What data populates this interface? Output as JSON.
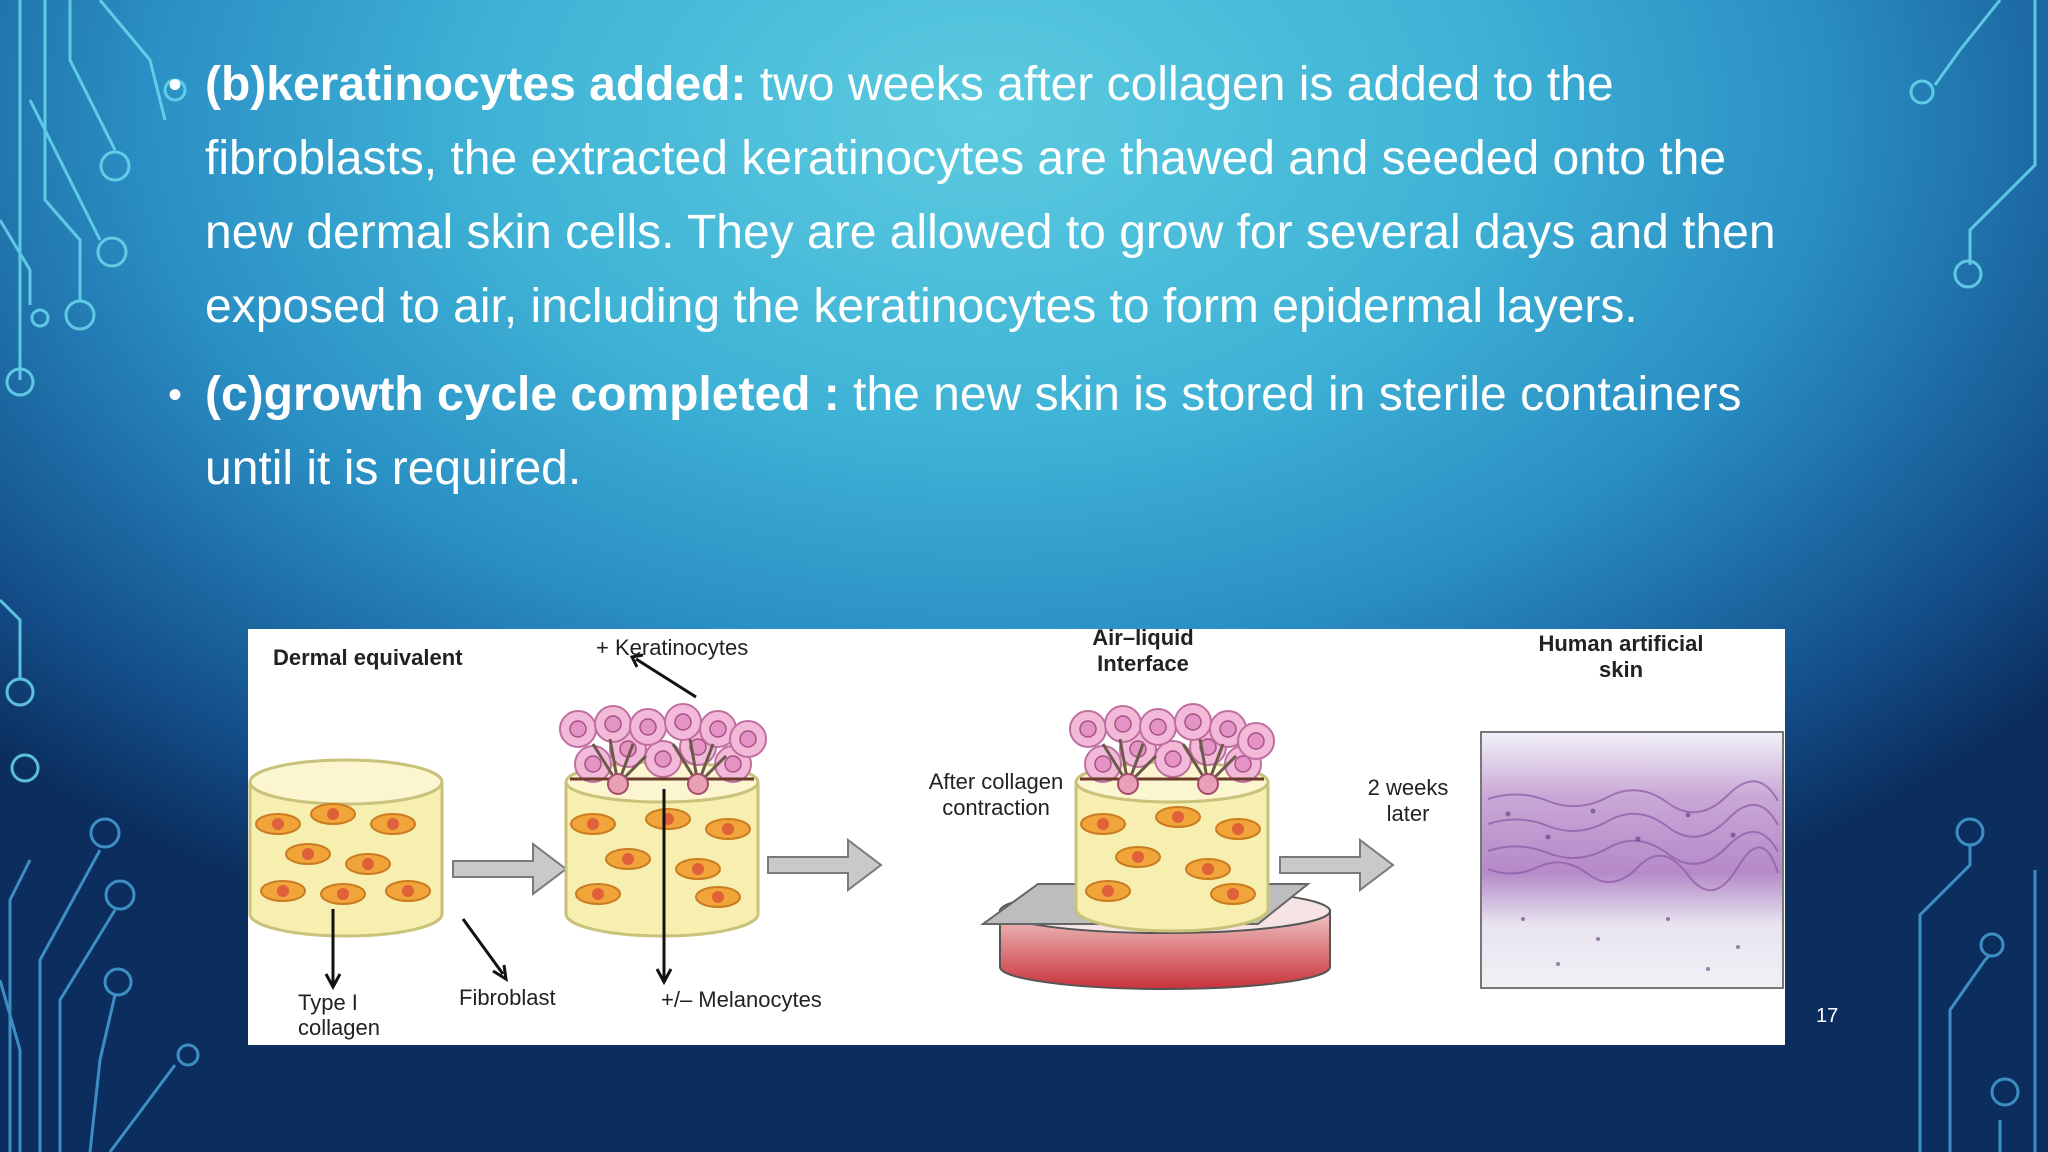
{
  "slide": {
    "bullets": [
      {
        "bold": "(b)keratinocytes added:",
        "prefix": "",
        "text": " two weeks after collagen is added to the fibroblasts, the extracted keratinocytes are thawed and seeded onto the new dermal skin cells. They are allowed to grow for several days and then exposed to air, including the keratinocytes to form epidermal layers."
      },
      {
        "bold": "(c)growth cycle completed :",
        "prefix": "",
        "text": " the new skin is stored in sterile containers until it is required."
      }
    ],
    "page_number": "17"
  },
  "diagram": {
    "labels": {
      "dermal_equivalent": "Dermal equivalent",
      "keratinocytes": "+ Keratinocytes",
      "air_liquid_1": "Air–liquid",
      "air_liquid_2": "Interface",
      "human_skin_1": "Human artificial",
      "human_skin_2": "skin",
      "after_collagen_1": "After collagen",
      "after_collagen_2": "contraction",
      "two_weeks_1": "2 weeks",
      "two_weeks_2": "later",
      "type1_1": "Type I",
      "type1_2": "collagen",
      "fibroblast": "Fibroblast",
      "melanocytes": "+/– Melanocytes"
    },
    "colors": {
      "gel": "#f7efb0",
      "gel_edge": "#c9c27a",
      "cell": "#f0a43a",
      "cell_nucleus": "#e0603a",
      "keratinocyte": "#f3b9d9",
      "dish_red": "#c9323a",
      "arrow_gray": "#b9b9b9"
    }
  }
}
